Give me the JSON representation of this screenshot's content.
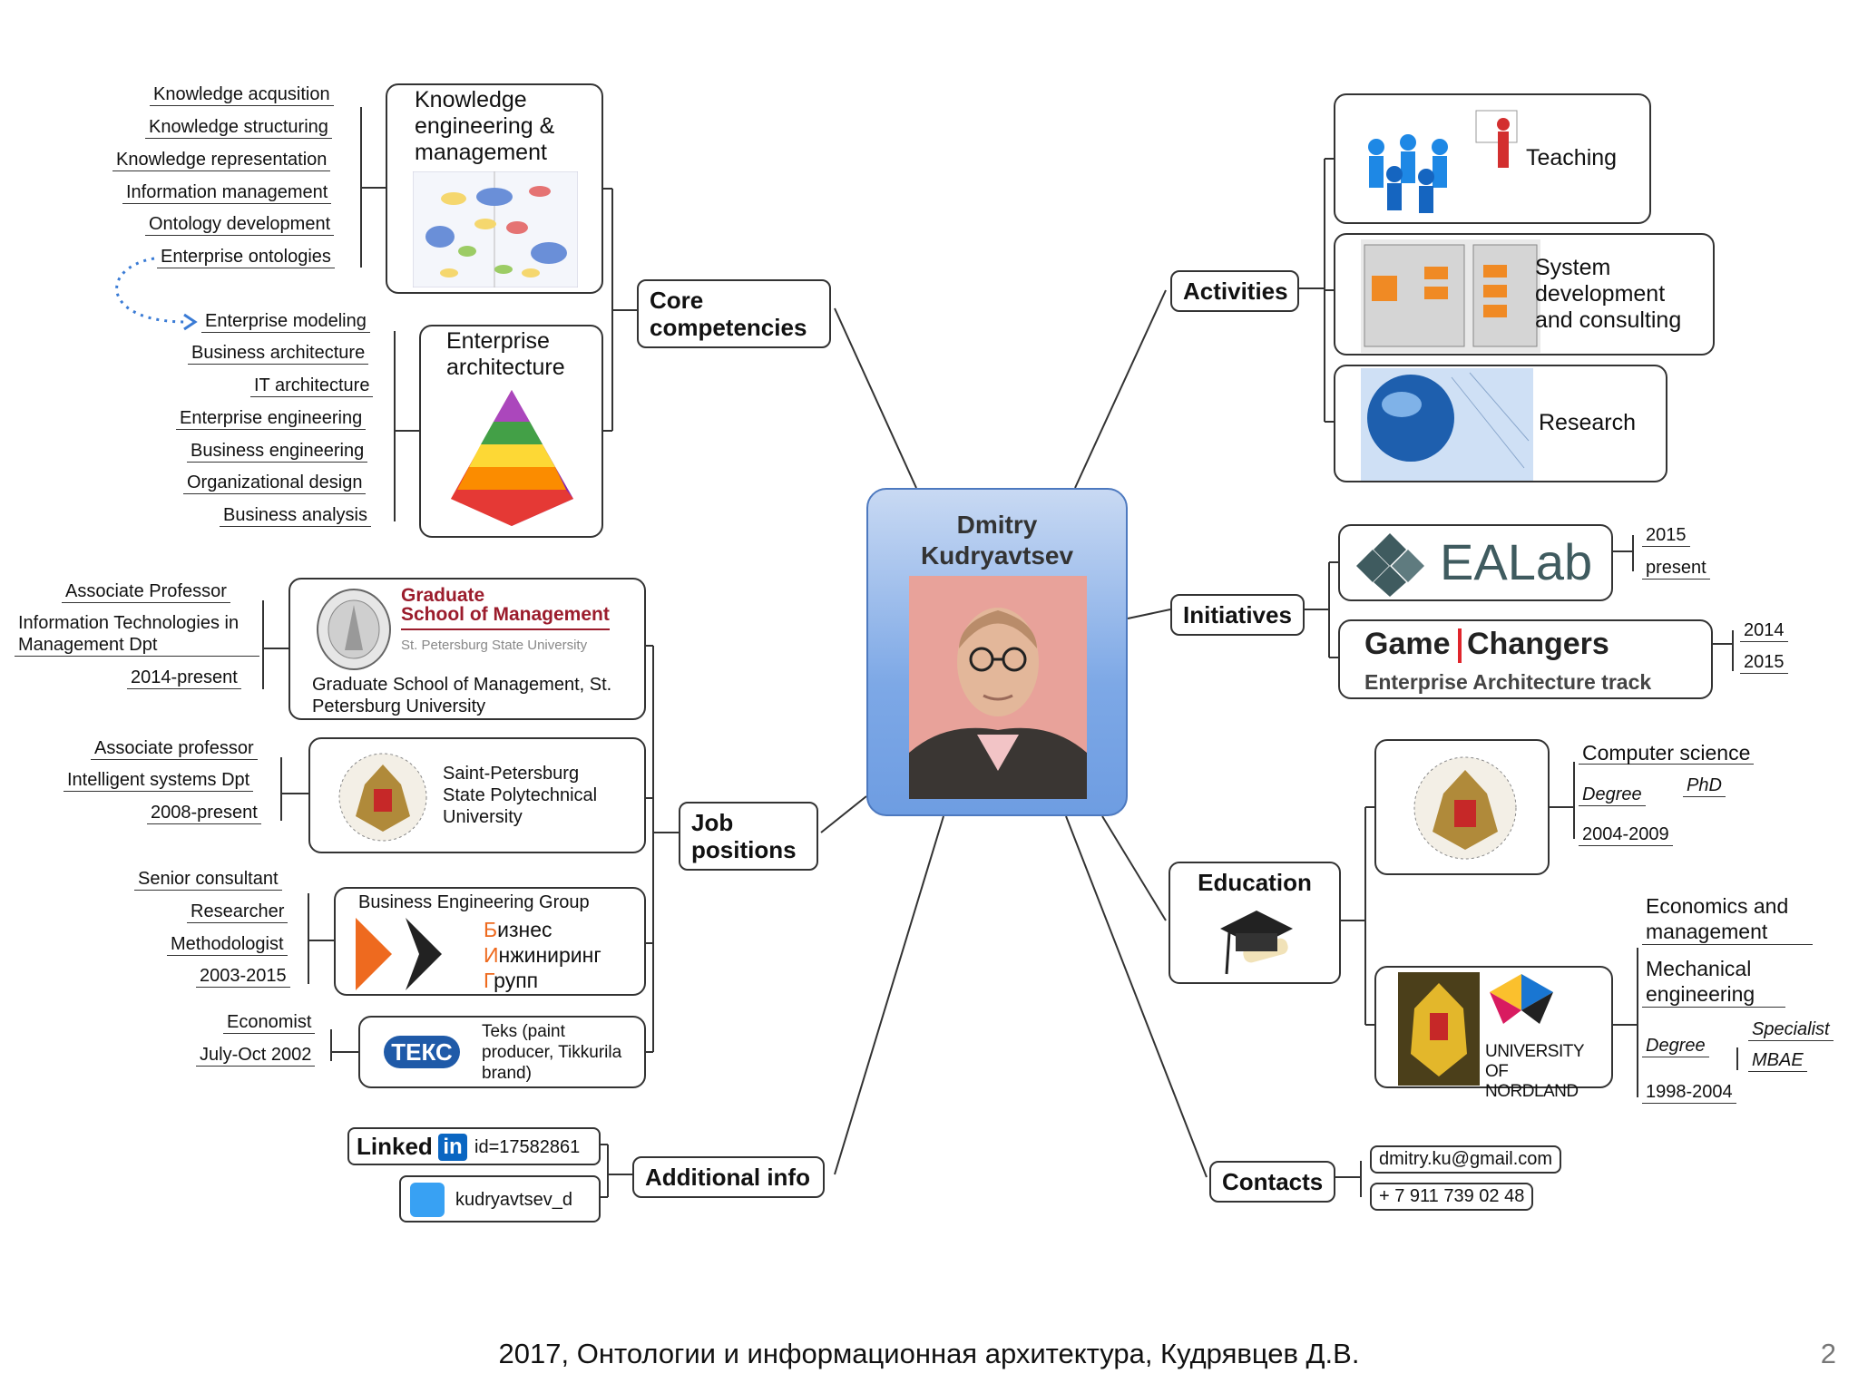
{
  "person": {
    "first_name": "Dmitry",
    "last_name": "Kudryavtsev"
  },
  "core": {
    "hub": "Core competencies",
    "knowledge_title": "Knowledge engineering & management",
    "knowledge_items": [
      "Knowledge acqusition",
      "Knowledge structuring",
      "Knowledge representation",
      "Information management",
      "Ontology development",
      "Enterprise ontologies"
    ],
    "ea_title": "Enterprise architecture",
    "ea_items": [
      "Enterprise modeling",
      "Business architecture",
      "IT architecture",
      "Enterprise engineering",
      "Business engineering",
      "Organizational design",
      "Business analysis"
    ]
  },
  "jobs": {
    "hub": "Job positions",
    "gsom": {
      "logo_line1": "Graduate",
      "logo_line2": "School of Management",
      "logo_line3": "St. Petersburg State University",
      "caption": "Graduate School of Management, St. Petersburg University",
      "labels": [
        "Associate Professor",
        "Information Technologies in Management Dpt",
        "2014-present"
      ]
    },
    "spbpu": {
      "caption": "Saint-Petersburg State Polytechnical University",
      "labels": [
        "Associate professor",
        "Intelligent systems Dpt",
        "2008-present"
      ]
    },
    "beg": {
      "title": "Business Engineering Group",
      "ru1": "Бизнес",
      "ru2": "Инжиниринг",
      "ru3": "Групп",
      "labels": [
        "Senior consultant",
        "Researcher",
        "Methodologist",
        "2003-2015"
      ]
    },
    "teks": {
      "logo": "ТЕКС",
      "caption": "Teks (paint producer, Tikkurila brand)",
      "labels": [
        "Economist",
        "July-Oct 2002"
      ]
    }
  },
  "additional": {
    "hub": "Additional info",
    "linkedin_brand": "Linked",
    "linkedin_in": "in",
    "linkedin_id": "id=17582861",
    "twitter": "kudryavtsev_d"
  },
  "activities": {
    "hub": "Activities",
    "items": [
      "Teaching",
      "System development and consulting",
      "Research"
    ]
  },
  "initiatives": {
    "hub": "Initiatives",
    "ealab": {
      "name": "EALab",
      "years": [
        "2015",
        "present"
      ]
    },
    "gamechangers": {
      "game": "Game",
      "changers": "Changers",
      "sub": "Enterprise Architecture track",
      "years": [
        "2014",
        "2015"
      ]
    }
  },
  "education": {
    "hub": "Education",
    "phd": {
      "field": "Computer science",
      "degree_label": "Degree",
      "degree": "PhD",
      "years": "2004-2009"
    },
    "spec": {
      "field1": "Economics and management",
      "field2": "Mechanical engineering",
      "degree_label": "Degree",
      "degrees": [
        "Specialist",
        "MBAE"
      ],
      "years": "1998-2004",
      "nordland": "UNIVERSITY OF NORDLAND"
    }
  },
  "contacts": {
    "hub": "Contacts",
    "email": "dmitry.ku@gmail.com",
    "phone": "+ 7 911 739 02 48"
  },
  "footer": {
    "text": "2017, Онтологии и информационная архитектура, Кудрявцев Д.В.",
    "page": "2"
  },
  "colors": {
    "center_top": "#c8d9f3",
    "center_bottom": "#6e9de2",
    "gsom_red": "#9b1c2c",
    "orange": "#ee6a1f",
    "teks_blue": "#1f5aa8",
    "linkedin_blue": "#0a66c2",
    "twitter_blue": "#38a1f3"
  }
}
